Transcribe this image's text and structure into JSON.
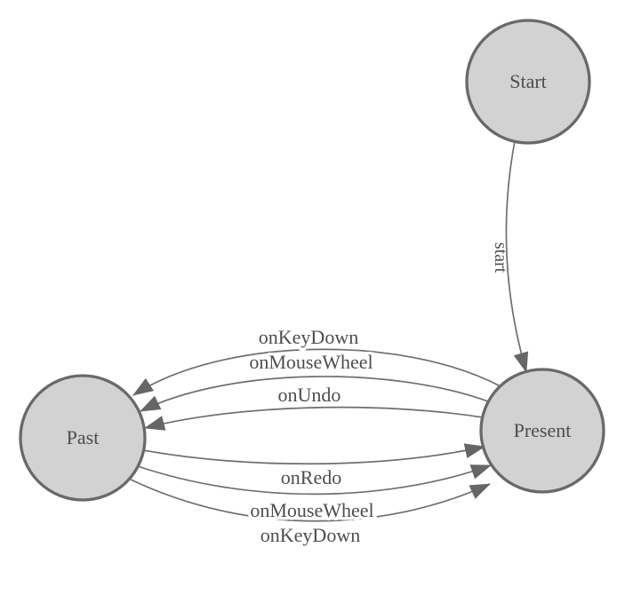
{
  "diagram": {
    "kind": "state-machine-diagram",
    "nodes": [
      {
        "id": "start",
        "label": "Start"
      },
      {
        "id": "present",
        "label": "Present"
      },
      {
        "id": "past",
        "label": "Past"
      }
    ],
    "edges": [
      {
        "from": "start",
        "to": "present",
        "label": "start"
      },
      {
        "from": "present",
        "to": "past",
        "label": "onKeyDown"
      },
      {
        "from": "present",
        "to": "past",
        "label": "onMouseWheel"
      },
      {
        "from": "present",
        "to": "past",
        "label": "onUndo"
      },
      {
        "from": "past",
        "to": "present",
        "label": "onRedo"
      },
      {
        "from": "past",
        "to": "present",
        "label": "onMouseWheel"
      },
      {
        "from": "past",
        "to": "present",
        "label": "onKeyDown"
      }
    ],
    "theme": {
      "background": "#ffffff",
      "node_fill": "#d2d2d2",
      "node_stroke": "#696969",
      "edge_color": "#6e6e6e",
      "arrow_color": "#666666",
      "text_color": "#4d4d4d"
    }
  }
}
